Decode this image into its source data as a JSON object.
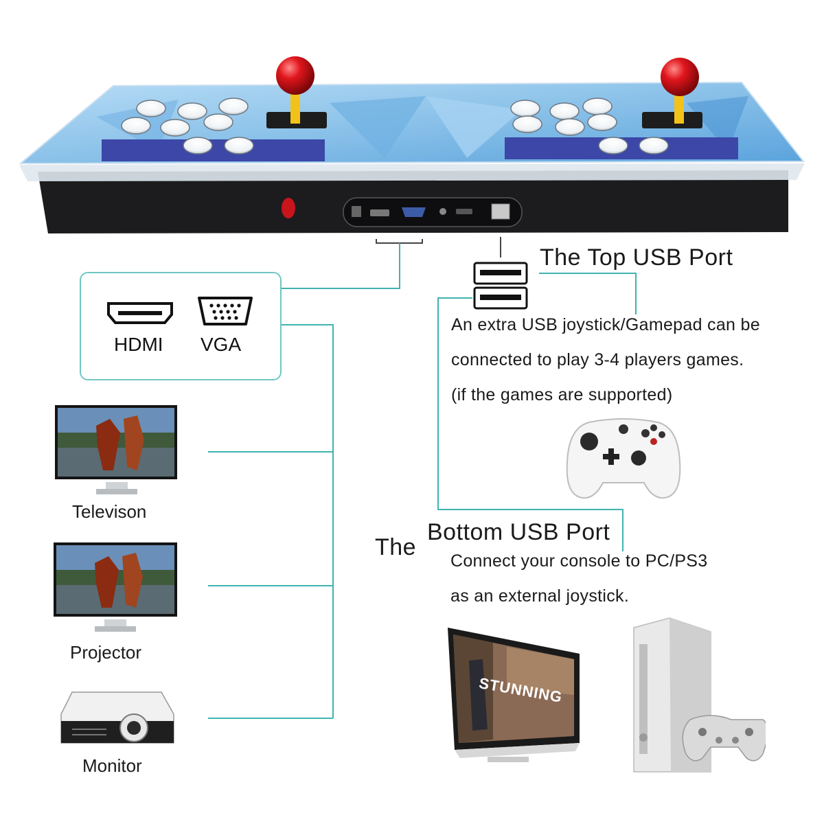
{
  "ports_box": {
    "hdmi_label": "HDMI",
    "vga_label": "VGA"
  },
  "devices": {
    "tv_label": "Televison",
    "projector_label": "Projector",
    "monitor_label": "Monitor"
  },
  "top_usb": {
    "title": "The Top USB Port",
    "line1": "An extra USB joystick/Gamepad can be",
    "line2": "connected to play 3-4 players games.",
    "line3": "(if the games are supported)"
  },
  "bottom_usb": {
    "title_the": "The",
    "title_rest": "Bottom USB Port",
    "line1": "Connect your console to PC/PS3",
    "line2": "as an external joystick."
  },
  "pc_screen_text": "STUNNING",
  "colors": {
    "connector_line": "#3fb3b0",
    "console_top": "#8fc4ea",
    "console_body": "#1c1c1f",
    "joystick_ball": "#d0161d",
    "joystick_stick": "#f2c21a"
  }
}
